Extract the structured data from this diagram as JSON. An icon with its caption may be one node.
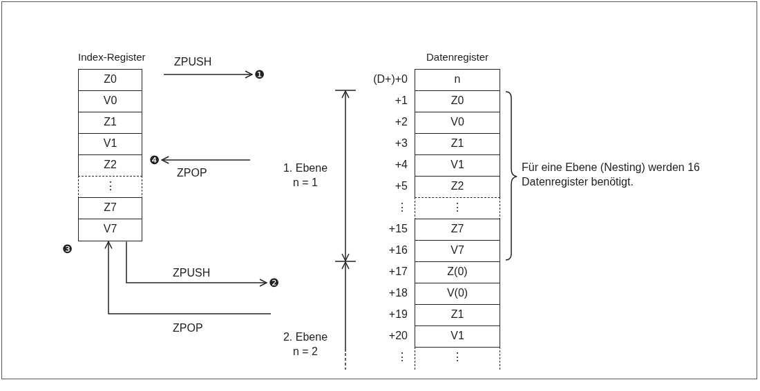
{
  "diagram": {
    "nodes": [
      {
        "text": [
          "Index-Register"
        ]
      },
      {
        "text": [
          "Z0"
        ],
        "in": 0
      },
      {
        "text": [
          "V0"
        ],
        "in": 0
      },
      {
        "text": [
          "Z1"
        ],
        "in": 0
      },
      {
        "text": [
          "V1"
        ],
        "in": 0
      },
      {
        "text": [
          "Z2"
        ],
        "in": 0
      },
      {
        "text": [
          "⋮"
        ],
        "in": 0
      },
      {
        "text": [
          "Z7"
        ],
        "in": 0
      },
      {
        "text": [
          "V7"
        ],
        "in": 0
      },
      {
        "text": [
          "❶"
        ]
      },
      {
        "text": [
          "❹"
        ]
      },
      {
        "text": [
          "❷"
        ]
      },
      {
        "text": [
          "Datenregister"
        ]
      },
      {
        "text": [
          "n"
        ],
        "in": 12,
        "beside": [
          "(D+)+0"
        ]
      },
      {
        "text": [
          "Z0"
        ],
        "in": 12,
        "beside": [
          "+1"
        ]
      },
      {
        "text": [
          "V0"
        ],
        "in": 12,
        "beside": [
          "+2"
        ]
      },
      {
        "text": [
          "Z1"
        ],
        "in": 12,
        "beside": [
          "+3"
        ]
      },
      {
        "text": [
          "V1"
        ],
        "in": 12,
        "beside": [
          "+4"
        ]
      },
      {
        "text": [
          "Z2"
        ],
        "in": 12,
        "beside": [
          "+5"
        ]
      },
      {
        "text": [
          "⋮"
        ],
        "in": 12,
        "beside": [
          "⋮"
        ]
      },
      {
        "text": [
          "Z7"
        ],
        "in": 12,
        "beside": [
          "+15"
        ]
      },
      {
        "text": [
          "V7"
        ],
        "in": 12,
        "beside": [
          "+16"
        ]
      },
      {
        "text": [
          "Z(0)"
        ],
        "in": 12,
        "beside": [
          "+17"
        ]
      },
      {
        "text": [
          "V(0)"
        ],
        "in": 12,
        "beside": [
          "+18"
        ]
      },
      {
        "text": [
          "Z1"
        ],
        "in": 12,
        "beside": [
          "+19"
        ]
      },
      {
        "text": [
          "V1"
        ],
        "in": 12,
        "beside": [
          "+20"
        ]
      },
      {
        "text": [
          "⋮"
        ],
        "in": 12,
        "beside": [
          "⋮"
        ]
      }
    ],
    "edges": [
      {
        "from": null,
        "to": 9,
        "arrow": "to",
        "label": "ZPUSH"
      },
      {
        "from": null,
        "to": 10,
        "arrow": "to",
        "label": "ZPOP"
      },
      {
        "from": 8,
        "to": 11,
        "arrow": "to",
        "label": "ZPUSH"
      },
      {
        "from": null,
        "to": 8,
        "arrow": "to",
        "label": "ZPOP"
      }
    ],
    "labels": [
      "❸",
      "1. Ebene n = 1",
      "Für eine Ebene (Nesting) werden 16 Datenregister benötigt.",
      "2. Ebene n = 2"
    ]
  }
}
